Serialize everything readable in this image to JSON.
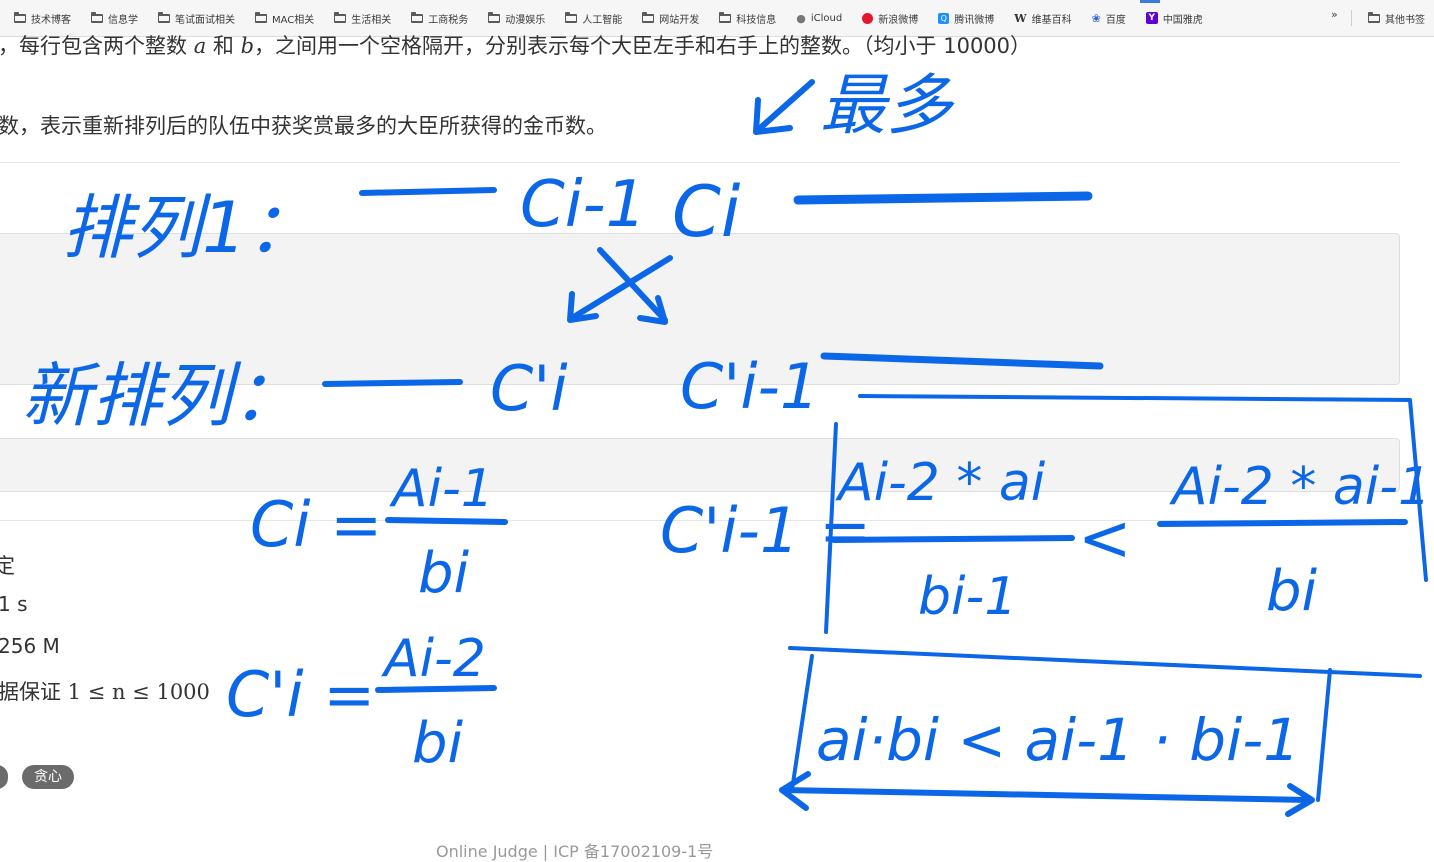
{
  "bookmarks": [
    {
      "label": "技术博客",
      "icon": "folder-icon"
    },
    {
      "label": "信息学",
      "icon": "folder-icon"
    },
    {
      "label": "笔试面试相关",
      "icon": "folder-icon"
    },
    {
      "label": "MAC相关",
      "icon": "folder-icon"
    },
    {
      "label": "生活相关",
      "icon": "folder-icon"
    },
    {
      "label": "工商税务",
      "icon": "folder-icon"
    },
    {
      "label": "动漫娱乐",
      "icon": "folder-icon"
    },
    {
      "label": "人工智能",
      "icon": "folder-icon"
    },
    {
      "label": "网站开发",
      "icon": "folder-icon"
    },
    {
      "label": "科技信息",
      "icon": "folder-icon"
    },
    {
      "label": "iCloud",
      "icon": "apple-icon"
    },
    {
      "label": "新浪微博",
      "icon": "weibo-icon"
    },
    {
      "label": "腾讯微博",
      "icon": "tencent-weibo-icon"
    },
    {
      "label": "维基百科",
      "icon": "wikipedia-icon"
    },
    {
      "label": "百度",
      "icon": "baidu-icon"
    },
    {
      "label": "中国雅虎",
      "icon": "yahoo-icon"
    }
  ],
  "bookmarks_overflow": "»",
  "other_bookmarks": "其他书签",
  "problem": {
    "input_line_1": "，每行包含两个整数",
    "var_a": "a",
    "and": "和",
    "var_b": "b",
    "input_line_1_rest": "，之间用一个空格隔开，分别表示每个大臣左手和右手上的整数。（均小于 10000）",
    "output_line": "数，表示重新排列后的队伍中获奖赏最多的大臣所获得的金币数。",
    "limits_title": "定",
    "time_limit": "1 s",
    "memory_limit": "256 M",
    "constraint": "据保证 1 ≤ n ≤ 1000",
    "tag": "贪心"
  },
  "footer": "Online Judge   |   ICP 备17002109-1号",
  "handwriting": {
    "most": "最多",
    "arrangement_1": "排列1：",
    "new_arrangement": "新排列：",
    "c_i_minus_1": "Ci-1",
    "c_i": "Ci",
    "c_prime_i": "C'i",
    "c_prime_i_minus_1": "C'i-1",
    "ci_eq": "Ci =",
    "ci_num": "Ai-1",
    "ci_den": "bi",
    "cpi_eq": "C'i =",
    "cpi_num": "Ai-2",
    "cpi_den": "bi",
    "cpim1_eq": "C'i-1 =",
    "frac1_num": "Ai-2 * ai",
    "frac1_den": "bi-1",
    "lt": "<",
    "frac2_num": "Ai-2 * ai-1",
    "frac2_den": "bi",
    "result": "ai·bi < ai-1 · bi-1"
  },
  "colors": {
    "ink": "#0b67e8",
    "tag_bg": "#6b6b6b"
  }
}
